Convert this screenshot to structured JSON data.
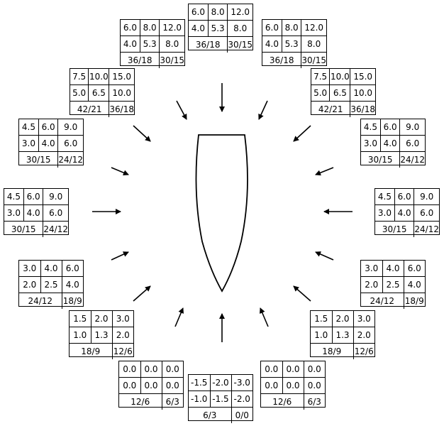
{
  "cards": [
    {
      "id": "n",
      "rows": [
        [
          "6.0",
          "8.0",
          "12.0"
        ],
        [
          "4.0",
          "5.3",
          "8.0"
        ]
      ],
      "ratios": [
        "36/18",
        "30/15"
      ]
    },
    {
      "id": "nnw",
      "rows": [
        [
          "6.0",
          "8.0",
          "12.0"
        ],
        [
          "4.0",
          "5.3",
          "8.0"
        ]
      ],
      "ratios": [
        "36/18",
        "30/15"
      ]
    },
    {
      "id": "nne",
      "rows": [
        [
          "6.0",
          "8.0",
          "12.0"
        ],
        [
          "4.0",
          "5.3",
          "8.0"
        ]
      ],
      "ratios": [
        "36/18",
        "30/15"
      ]
    },
    {
      "id": "nw",
      "rows": [
        [
          "7.5",
          "10.0",
          "15.0"
        ],
        [
          "5.0",
          "6.5",
          "10.0"
        ]
      ],
      "ratios": [
        "42/21",
        "36/18"
      ]
    },
    {
      "id": "ne",
      "rows": [
        [
          "7.5",
          "10.0",
          "15.0"
        ],
        [
          "5.0",
          "6.5",
          "10.0"
        ]
      ],
      "ratios": [
        "42/21",
        "36/18"
      ]
    },
    {
      "id": "wnw",
      "rows": [
        [
          "4.5",
          "6.0",
          "9.0"
        ],
        [
          "3.0",
          "4.0",
          "6.0"
        ]
      ],
      "ratios": [
        "30/15",
        "24/12"
      ]
    },
    {
      "id": "ene",
      "rows": [
        [
          "4.5",
          "6.0",
          "9.0"
        ],
        [
          "3.0",
          "4.0",
          "6.0"
        ]
      ],
      "ratios": [
        "30/15",
        "24/12"
      ]
    },
    {
      "id": "w",
      "rows": [
        [
          "4.5",
          "6.0",
          "9.0"
        ],
        [
          "3.0",
          "4.0",
          "6.0"
        ]
      ],
      "ratios": [
        "30/15",
        "24/12"
      ]
    },
    {
      "id": "e",
      "rows": [
        [
          "4.5",
          "6.0",
          "9.0"
        ],
        [
          "3.0",
          "4.0",
          "6.0"
        ]
      ],
      "ratios": [
        "30/15",
        "24/12"
      ]
    },
    {
      "id": "wsw",
      "rows": [
        [
          "3.0",
          "4.0",
          "6.0"
        ],
        [
          "2.0",
          "2.5",
          "4.0"
        ]
      ],
      "ratios": [
        "24/12",
        "18/9"
      ]
    },
    {
      "id": "ese",
      "rows": [
        [
          "3.0",
          "4.0",
          "6.0"
        ],
        [
          "2.0",
          "2.5",
          "4.0"
        ]
      ],
      "ratios": [
        "24/12",
        "18/9"
      ]
    },
    {
      "id": "sw",
      "rows": [
        [
          "1.5",
          "2.0",
          "3.0"
        ],
        [
          "1.0",
          "1.3",
          "2.0"
        ]
      ],
      "ratios": [
        "18/9",
        "12/6"
      ]
    },
    {
      "id": "se",
      "rows": [
        [
          "1.5",
          "2.0",
          "3.0"
        ],
        [
          "1.0",
          "1.3",
          "2.0"
        ]
      ],
      "ratios": [
        "18/9",
        "12/6"
      ]
    },
    {
      "id": "ssw",
      "rows": [
        [
          "0.0",
          "0.0",
          "0.0"
        ],
        [
          "0.0",
          "0.0",
          "0.0"
        ]
      ],
      "ratios": [
        "12/6",
        "6/3"
      ]
    },
    {
      "id": "sse",
      "rows": [
        [
          "0.0",
          "0.0",
          "0.0"
        ],
        [
          "0.0",
          "0.0",
          "0.0"
        ]
      ],
      "ratios": [
        "12/6",
        "6/3"
      ]
    },
    {
      "id": "s",
      "rows": [
        [
          "-1.5",
          "-2.0",
          "-3.0"
        ],
        [
          "-1.0",
          "-1.5",
          "-2.0"
        ]
      ],
      "ratios": [
        "6/3",
        "0/0"
      ]
    }
  ]
}
